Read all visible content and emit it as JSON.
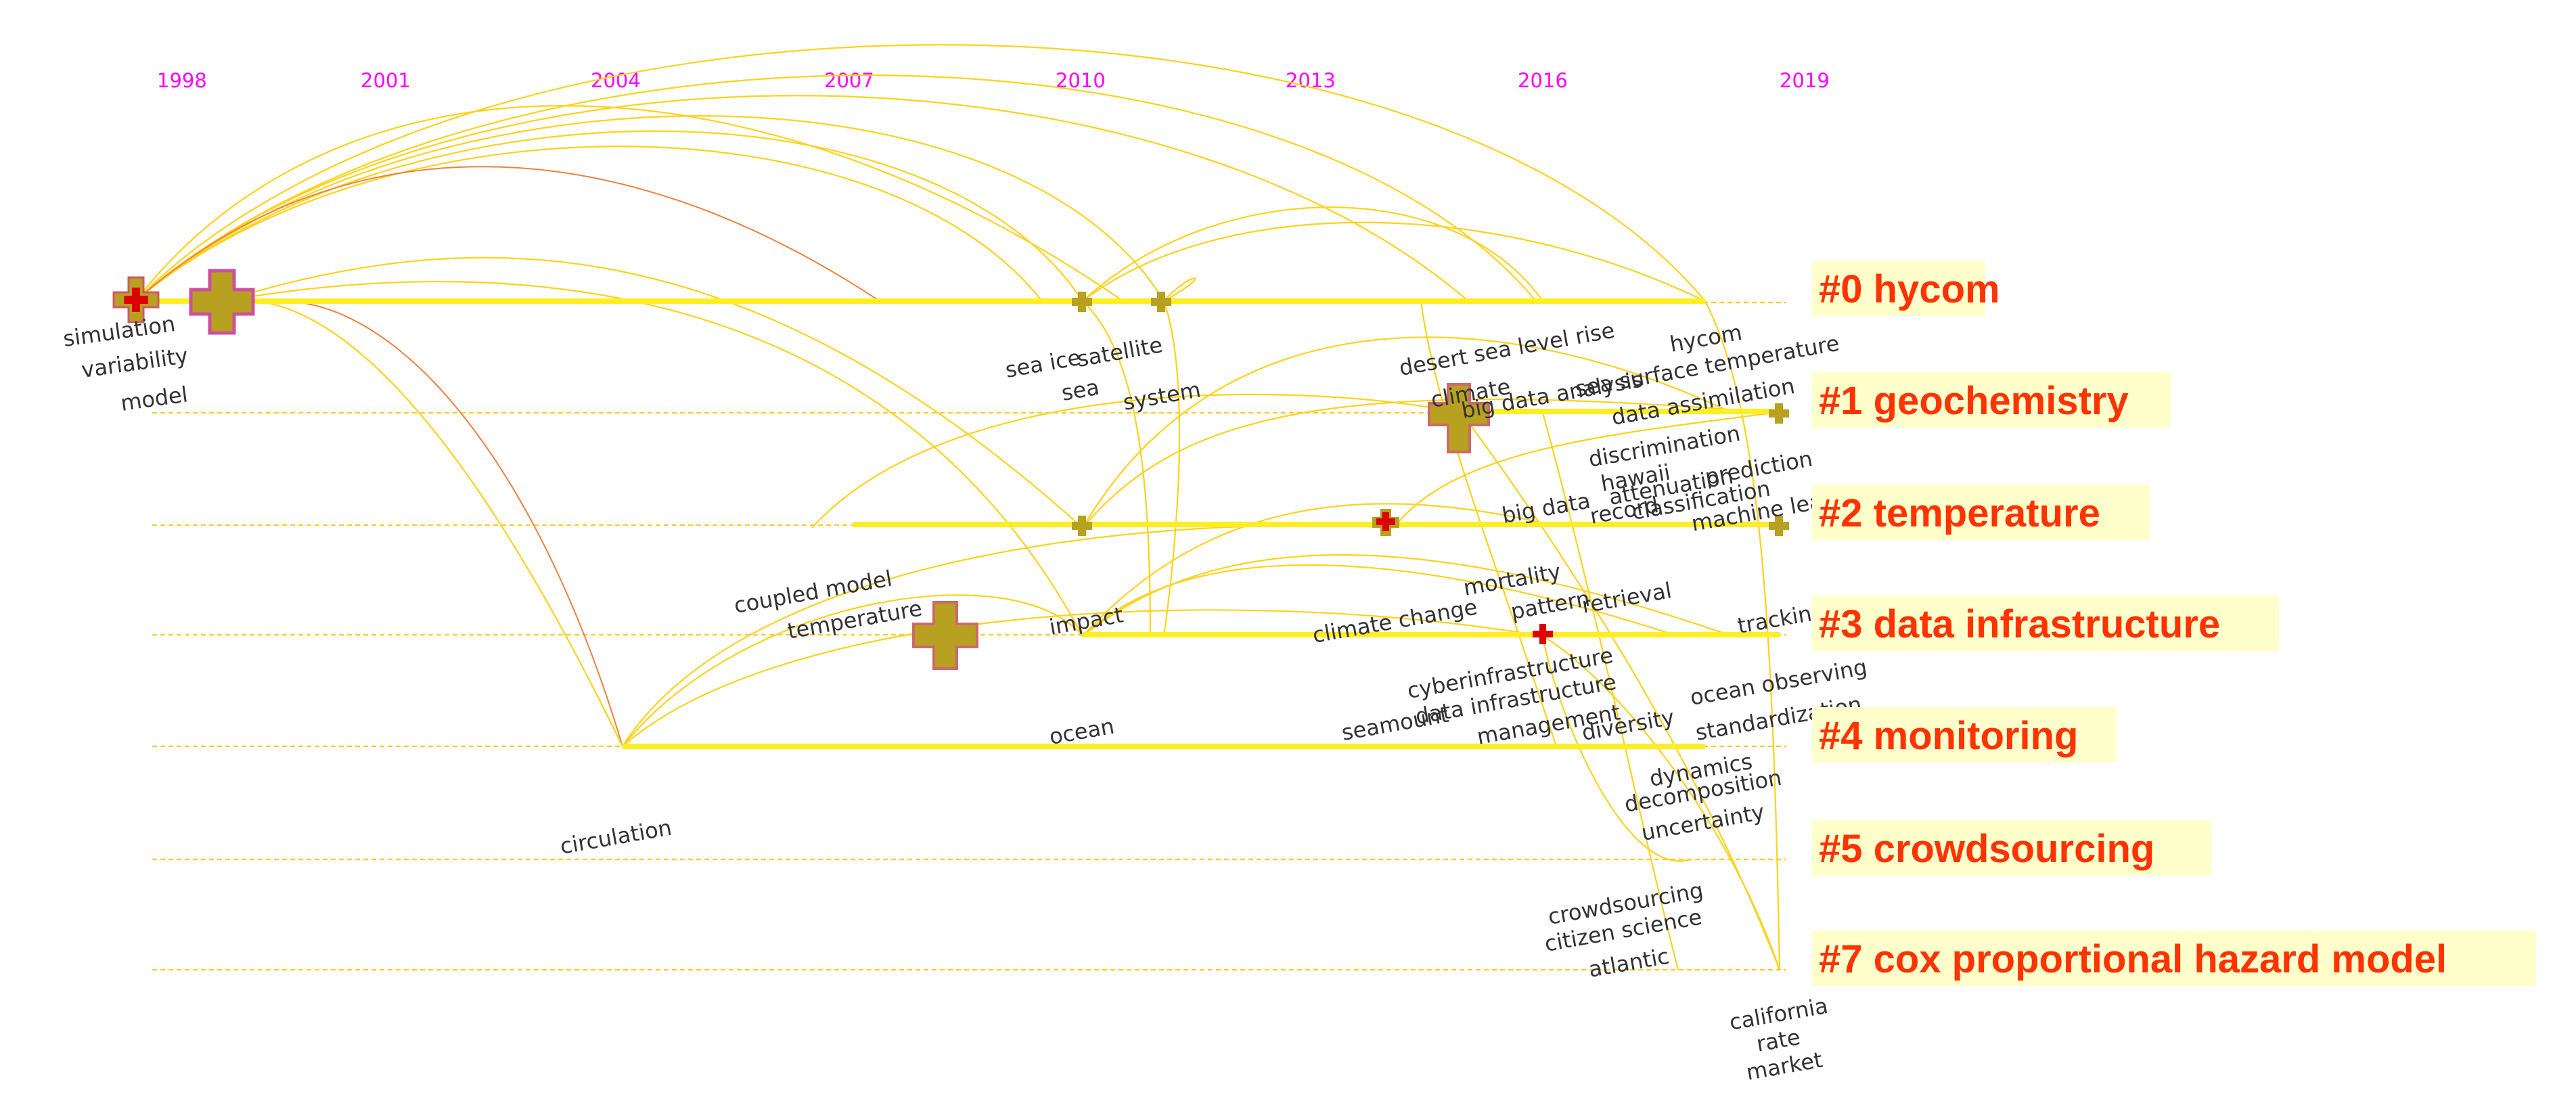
{
  "years": [
    "1998",
    "2001",
    "2004",
    "2007",
    "2010",
    "2013",
    "2016",
    "2019"
  ],
  "clusters": [
    {
      "label": "#0 hycom"
    },
    {
      "label": "#1 geochemistry"
    },
    {
      "label": "#2 temperature"
    },
    {
      "label": "#3 data infrastructure"
    },
    {
      "label": "#4 monitoring"
    },
    {
      "label": "#5 crowdsourcing"
    },
    {
      "label": "#7 cox proportional hazard model"
    }
  ],
  "keywords": [
    "simulation",
    "variability",
    "model",
    "sea ice",
    "satellite",
    "sea",
    "system",
    "desert",
    "climate",
    "sea level rise",
    "big data analysis",
    "sea surface temperature",
    "hycom",
    "data assimilation",
    "discrimination",
    "hawaii",
    "attenuation",
    "prediction",
    "big data",
    "record",
    "classification",
    "machine learning",
    "coupled model",
    "temperature",
    "impact",
    "mortality",
    "climate change",
    "pattern",
    "retrieval",
    "tracking",
    "cyberinfrastructure",
    "data infrastructure",
    "seamount",
    "management",
    "diversity",
    "ocean observing",
    "standardization",
    "ocean",
    "dynamics",
    "decomposition",
    "uncertainty",
    "circulation",
    "crowdsourcing",
    "citizen science",
    "atlantic",
    "california",
    "rate",
    "market"
  ],
  "colors": {
    "year_text": "#ff00ff",
    "cluster_label": "#ff3300",
    "cluster_label_bg": "#ffffcc",
    "timeline_bar": "#ffee22",
    "citation_arc": "#ffd21a",
    "early_arc": "#f08040",
    "node": "#b8a020",
    "burst_node": "#dd0000"
  }
}
